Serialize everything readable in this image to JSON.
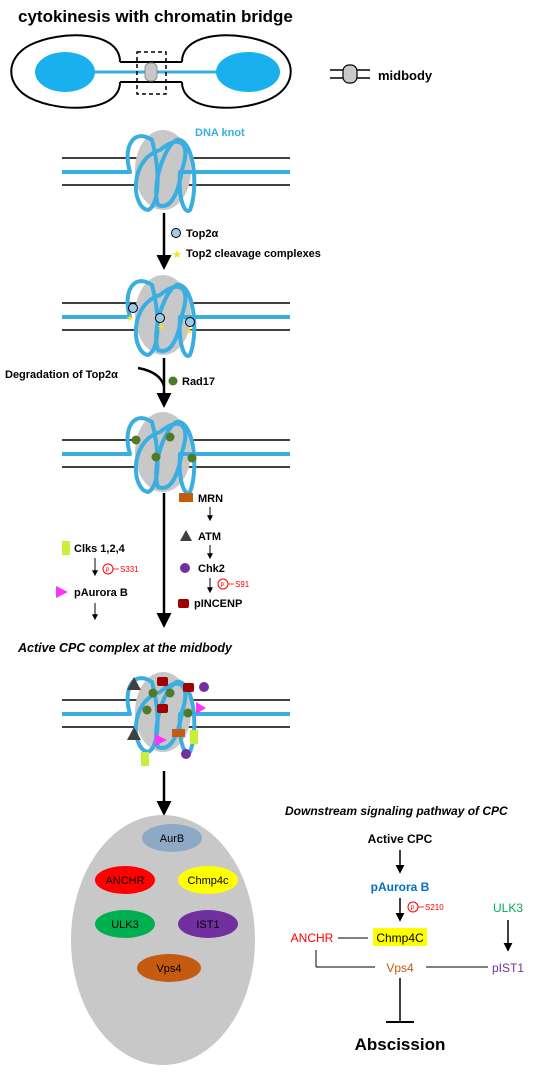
{
  "title": "cytokinesis with chromatin bridge",
  "legend_midbody": "midbody",
  "dna_knot": "DNA knot",
  "top2a": "Top2α",
  "top2cc": "Top2 cleavage complexes",
  "degradation": "Degradation of Top2α",
  "rad17": "Rad17",
  "mrn": "MRN",
  "atm": "ATM",
  "chk2": "Chk2",
  "s91": "S91",
  "pincenp": "pINCENP",
  "clks": "Clks 1,2,4",
  "s331": "S331",
  "paurora_b_left": "pAurora B",
  "phospho": "P",
  "active_cpc_title": "Active CPC complex at the midbody",
  "downstream_title": "Downstream signaling pathway of CPC",
  "oval_aurb": "AurB",
  "oval_anchr": "ANCHR",
  "oval_chmp4c": "Chmp4c",
  "oval_ulk3": "ULK3",
  "oval_ist1": "IST1",
  "oval_vps4": "Vps4",
  "path_active_cpc": "Active CPC",
  "path_paurora": "pAurora B",
  "s210": "S210",
  "path_anchr": "ANCHR",
  "path_chmp4c": "Chmp4C",
  "path_ulk3": "ULK3",
  "path_vps4": "Vps4",
  "path_pist1": "pIST1",
  "abscission": "Abscission",
  "colors": {
    "dna": "#3aaee0",
    "nucleus": "#1ab0ee",
    "midbody": "#c8c8c8",
    "top2a": "#9ecbe8",
    "cleavage": "#f7e31a",
    "rad17": "#4f7a28",
    "mrn": "#c55a11",
    "atm": "#404040",
    "chk2": "#7030a0",
    "pincenp": "#a00000",
    "clks": "#c6ef3a",
    "aurora": "#ff33ff",
    "phospho": "#ff0000",
    "aurb_oval": "#8ea9c6",
    "anchr": "#ff0000",
    "chmp4c": "#ffff00",
    "ulk3": "#00b050",
    "ist1": "#7030a0",
    "vps4": "#c55a11",
    "paurora_text": "#0070c0"
  }
}
